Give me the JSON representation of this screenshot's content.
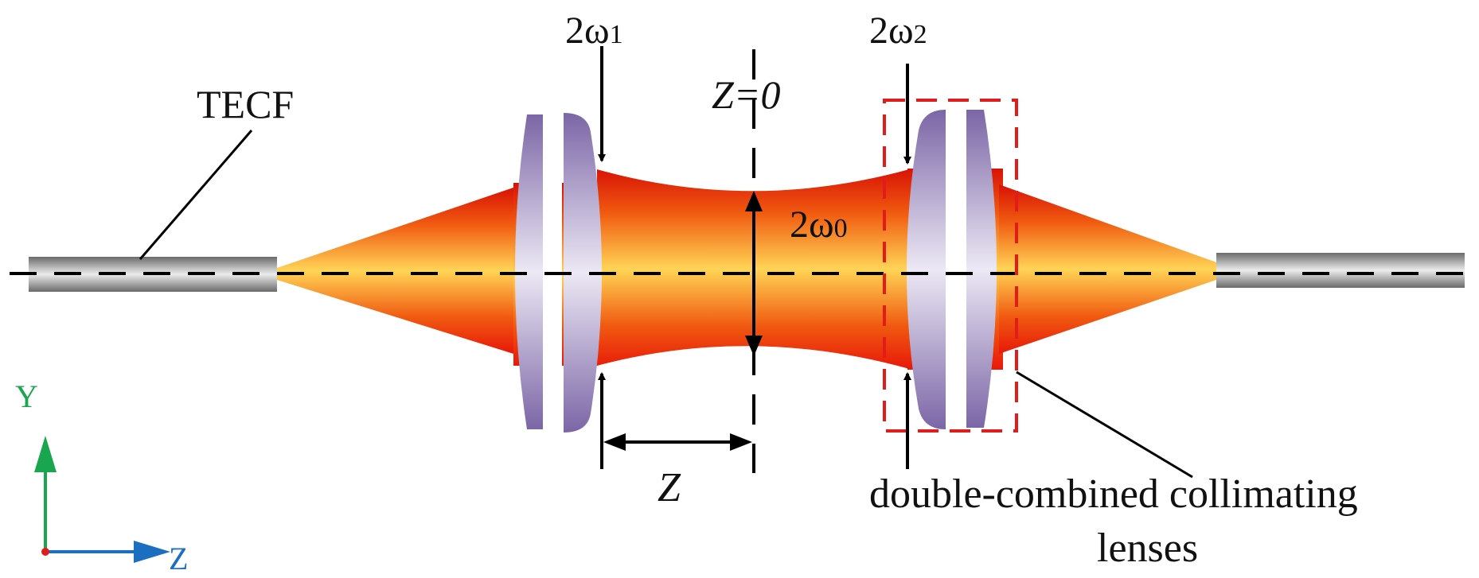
{
  "labels": {
    "tecf": "TECF",
    "w1_prefix": "2ω",
    "w1_sub": "1",
    "w2_prefix": "2ω",
    "w2_sub": "2",
    "w0_prefix": "2ω",
    "w0_sub": "0",
    "z0": "Z=0",
    "z": "Z",
    "lens_line1": "double-combined collimating",
    "lens_line2": "lenses",
    "axis_y": "Y",
    "axis_z": "Z"
  },
  "colors": {
    "beam_edge": "#e8180a",
    "beam_mid": "#f07a10",
    "beam_core": "#ffd456",
    "lens_edge": "#7b66a6",
    "lens_core": "#ece8f4",
    "fiber_dark": "#6f6f6f",
    "fiber_light": "#e8e8e8",
    "dashed_box": "#e21b1b",
    "axis_y": "#1aa650",
    "axis_z": "#1a6fc0"
  }
}
